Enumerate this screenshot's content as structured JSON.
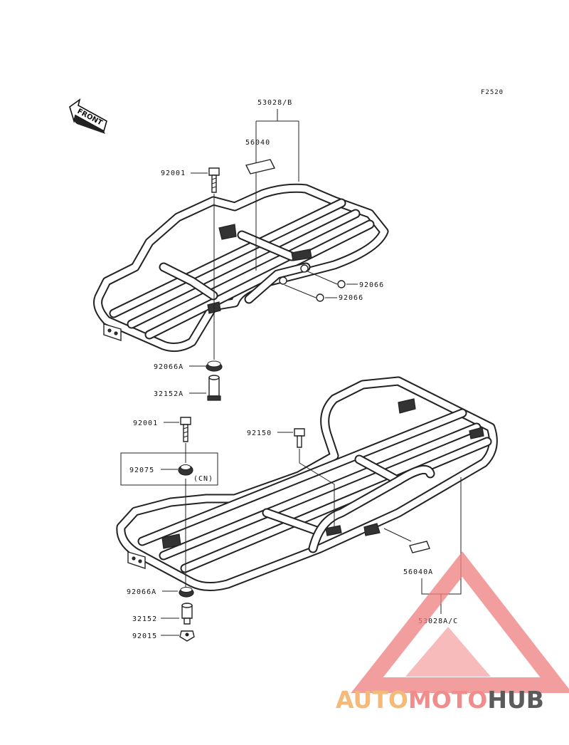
{
  "figure_ref": "F2520",
  "direction_marker": "FRONT",
  "callouts": {
    "rear_carrier": "53028/B",
    "rear_label": "56040",
    "rear_bolt": "92001",
    "rear_nut_a": "92066",
    "rear_nut_b": "92066",
    "rear_damper": "92066A",
    "rear_collar": "32152A",
    "front_bolt": "92001",
    "front_bolt_2": "92150",
    "front_washer": "92075",
    "front_washer_note": "(CN)",
    "front_damper": "92066A",
    "front_collar": "32152",
    "front_nut": "92015",
    "front_label": "56040A",
    "front_carrier": "53028A/C"
  },
  "watermark": {
    "part1": "AUTO",
    "part2": "MOTO",
    "part3": "HUB",
    "color1": "#f5b26b",
    "color2": "#f08080",
    "color3": "#4a4a4a"
  }
}
